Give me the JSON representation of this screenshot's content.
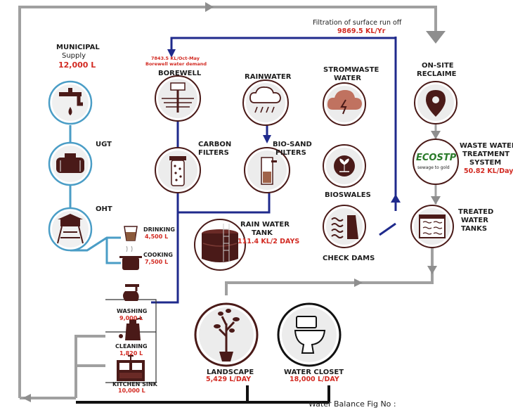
{
  "colors": {
    "blue_line": "#1f2a8c",
    "gray_line": "#9a9a9a",
    "black_line": "#111111",
    "teal": "#4a9dc6",
    "red_text": "#d22a22",
    "dark_brown": "#4a1a18",
    "icon_bg": "#e6e6e6"
  },
  "top": {
    "filtration_label": "Filtration of surface run off",
    "filtration_value": "9869.5 KL/Yr"
  },
  "municipal": {
    "title": "MUNICIPAL",
    "subtitle": "Supply",
    "value": "12,000 L",
    "icon": "tap-icon"
  },
  "ugt": {
    "label": "UGT",
    "icon": "underground-tank-icon"
  },
  "oht": {
    "label": "OHT",
    "icon": "overhead-tank-icon"
  },
  "drinking": {
    "label": "DRINKING",
    "value": "4,500 L",
    "icon": "glass-icon"
  },
  "cooking": {
    "label": "COOKING",
    "value": "7,500 L",
    "icon": "pot-icon"
  },
  "borewell": {
    "demand_value": "7843.5 KL/Oct-May",
    "demand_label": "Borewell water demand",
    "label": "BOREWELL",
    "icon": "borewell-icon"
  },
  "carbon": {
    "label_1": "CARBON",
    "label_2": "FILTERS",
    "icon": "carbon-filter-icon"
  },
  "rainwater": {
    "label": "RAINWATER",
    "icon": "rain-cloud-icon"
  },
  "biosand": {
    "label_1": "BIO-SAND",
    "label_2": "FILTERS",
    "icon": "sand-filter-icon"
  },
  "rain_tank": {
    "label_1": "RAIN WATER",
    "label_2": "TANK",
    "value": "111.4 KL/2 DAYS",
    "icon": "rain-tank-icon"
  },
  "stormwaste": {
    "label_1": "STROMWASTE",
    "label_2": "WATER",
    "icon": "storm-cloud-icon"
  },
  "bioswales": {
    "label": "BIOSWALES",
    "icon": "bioswale-icon"
  },
  "checkdams": {
    "label": "CHECK DAMS",
    "icon": "check-dam-icon"
  },
  "onsite": {
    "label_1": "ON-SITE",
    "label_2": "RECLAIME",
    "icon": "location-pin-icon"
  },
  "stp": {
    "logo_text": "ECOSTP",
    "logo_tag": "sewage to gold",
    "label_1": "WASTE WATER",
    "label_2": "TREATMENT",
    "label_3": "SYSTEM",
    "value": "50.82 KL/Day"
  },
  "treated": {
    "label_1": "TREATED",
    "label_2": "WATER",
    "label_3": "TANKS",
    "icon": "treated-tank-icon"
  },
  "washing": {
    "label": "WASHING",
    "value": "9,000 L",
    "icon": "hand-wash-icon"
  },
  "cleaning": {
    "label": "CLEANING",
    "value": "1,820 L",
    "icon": "spray-bottle-icon"
  },
  "kitchen": {
    "label": "KITCHEN SINK",
    "value": "10,000 L",
    "icon": "kitchen-sink-icon"
  },
  "landscape": {
    "label": "LANDSCAPE",
    "value": "5,429 L/DAY",
    "icon": "tree-icon"
  },
  "closet": {
    "label": "WATER CLOSET",
    "value": "18,000 L/DAY",
    "icon": "toilet-icon"
  },
  "caption": "Water Balance Fig No :"
}
